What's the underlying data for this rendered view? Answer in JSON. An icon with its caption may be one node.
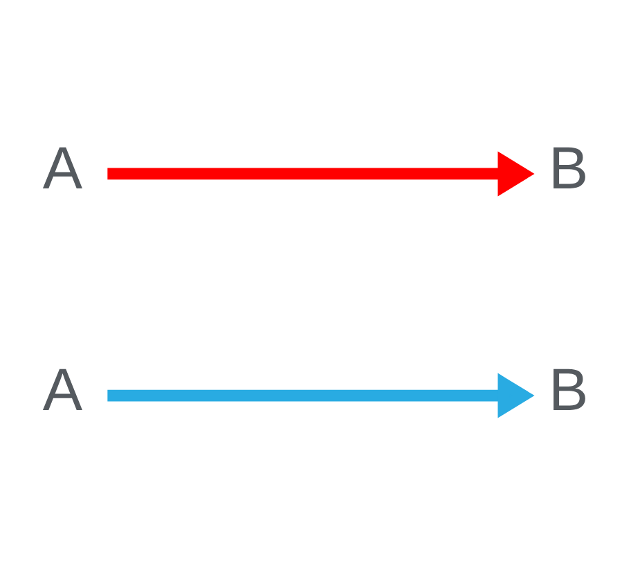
{
  "diagram": {
    "nodes": [
      {
        "text": [
          "A"
        ]
      },
      {
        "text": [
          "B"
        ]
      },
      {
        "text": [
          "A"
        ]
      },
      {
        "text": [
          "B"
        ]
      }
    ],
    "edges": [
      {
        "from": 0,
        "to": 1,
        "arrow": "to",
        "color": "#ff0000"
      },
      {
        "from": 2,
        "to": 3,
        "arrow": "to",
        "color": "#29abe2"
      }
    ]
  }
}
